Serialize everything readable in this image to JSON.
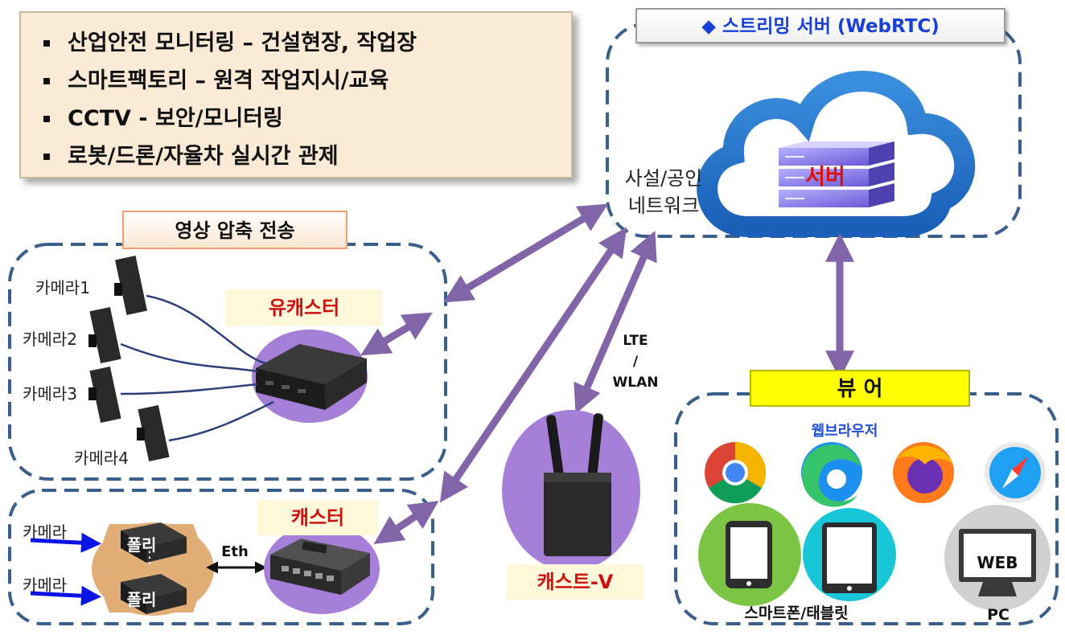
{
  "use_cases": [
    "산업안전 모니터링 – 건설현장, 작업장",
    "스마트팩토리 – 원격 작업지시/교육",
    "CCTV - 보안/모니터링",
    "로봇/드론/자율차 실시간 관제"
  ],
  "server_section": {
    "title": "◆ 스트리밍 서버 (WebRTC)",
    "server_label": "서버",
    "network_line1": "사설/공인",
    "network_line2": "네트워크"
  },
  "video_section": {
    "title": "영상 압축 전송",
    "device_label": "유캐스터",
    "cameras": [
      "카메라1",
      "카메라2",
      "카메라3",
      "카메라4"
    ]
  },
  "caster_section": {
    "device_label": "캐스터",
    "cameras": [
      "카메라",
      "카메라"
    ],
    "poly_labels": [
      "폴리",
      "폴리"
    ],
    "eth_label": "Eth"
  },
  "cast_v": {
    "label": "캐스트-V",
    "link_line1": "LTE",
    "link_line2": "/",
    "link_line3": "WLAN"
  },
  "viewer_section": {
    "title": "뷰  어",
    "browser_label": "웹브라우저",
    "browsers": [
      "chrome-icon",
      "edge-icon",
      "firefox-icon",
      "safari-icon"
    ],
    "mobile_label": "스마트폰/태블릿",
    "pc_screen_label": "WEB",
    "pc_label": "PC"
  },
  "colors": {
    "dashed_border": "#3a5f8a",
    "arrow": "#8264a8",
    "device_circle": "#a57fd8",
    "label_red": "#cc1111",
    "viewer_title_bg": "#ffff00",
    "browser_label": "#1f4fd6",
    "camera_arrow": "#0a14e6"
  }
}
